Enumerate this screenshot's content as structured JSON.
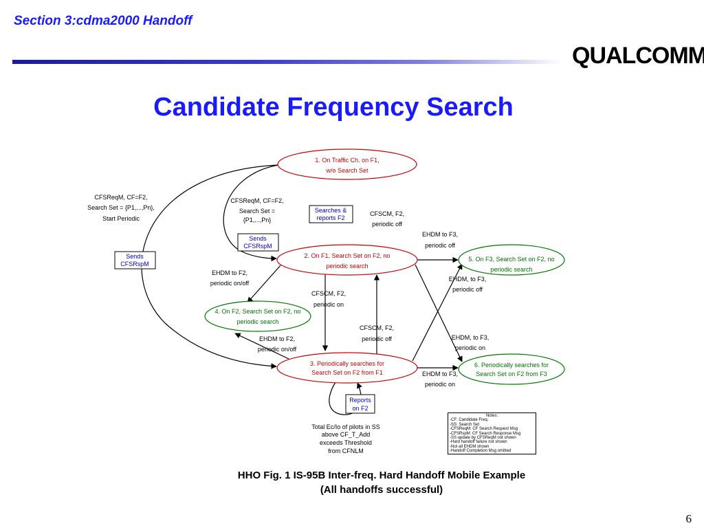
{
  "header": {
    "section_title": "Section 3:cdma2000 Handoff",
    "logo_text": "QUALCOMM",
    "title": "Candidate Frequency Search"
  },
  "states": [
    {
      "line1": "1. On Traffic Ch. on F1,",
      "line2": "w/o Search Set",
      "color": "#cc0000"
    },
    {
      "line1": "2. On F1, Search Set on F2, no",
      "line2": "periodic search",
      "color": "#cc0000"
    },
    {
      "line1": "3. Periodically searches for",
      "line2": "Search Set on F2 from F1",
      "color": "#cc0000"
    },
    {
      "line1": "4. On F2, Search Set on F2, no",
      "line2": "periodic search",
      "color": "#007700"
    },
    {
      "line1": "5. On F3, Search Set on F2, no",
      "line2": "periodic search",
      "color": "#007700"
    },
    {
      "line1": "6.  Periodically searches for",
      "line2": "Search Set on F2 from F3",
      "color": "#007700"
    }
  ],
  "boxes": [
    {
      "line1": "Searches &",
      "line2": "reports F2"
    },
    {
      "line1": "Sends",
      "line2": "CFSRspM"
    },
    {
      "line1": "Sends",
      "line2": "CFSRspM"
    },
    {
      "line1": "Reports",
      "line2": "on F2"
    }
  ],
  "labels": {
    "l_outer_1": "CFSReqM, CF=F2,",
    "l_outer_2": "Search Set = {P1,...,Pn},",
    "l_outer_3": "Start Periodic",
    "l_inner_1": "CFSReqM, CF=F2,",
    "l_inner_2": "Search Set =",
    "l_inner_3": "{P1,...,Pn}",
    "cfscm_top_1": "CFSCM, F2,",
    "cfscm_top_2": "periodic off",
    "ehdm_f3_off_1": "EHDM to F3,",
    "ehdm_f3_off_2": "periodic off",
    "ehdm_f2_onoff_1": "EHDM to F2,",
    "ehdm_f2_onoff_2": "periodic on/off",
    "cfscm_on_1": "CFSCM, F2,",
    "cfscm_on_2": "periodic on",
    "ehdm_comma_f3_off_1": "EHDM, to F3,",
    "ehdm_comma_f3_off_2": "periodic off",
    "cfscm_mid_1": "CFSCM, F2,",
    "cfscm_mid_2": "periodic off",
    "ehdm_f2_onoff_low_1": "EHDM to F2,",
    "ehdm_f2_onoff_low_2": "periodic on/off",
    "ehdm_comma_f3_on_1": "EHDM, to F3,",
    "ehdm_comma_f3_on_2": "periodic on",
    "ehdm_f3_on_1": "EHDM to F3,",
    "ehdm_f3_on_2": "periodic on",
    "total_1": "Total Ec/Io of pilots in SS",
    "total_2": "above CF_T_Add",
    "total_3": "exceeds Threshold",
    "total_4": "from CFNLM"
  },
  "notes": {
    "heading": "Notes:",
    "items": [
      "-CF: Candidate Freq.",
      "-SS: Search Set",
      "-CFSReqM: CF Search Request Msg",
      "-CFSRspM: CF Search Response Msg",
      "-SS update by CFSReqM not shown",
      "-Hard handoff failure not shown",
      "-Not all EHDM shown",
      "-Handoff Completion Msg omitted"
    ]
  },
  "caption": {
    "line1": "HHO Fig. 1 IS-95B Inter-freq. Hard Handoff Mobile Example",
    "line2": "(All handoffs successful)"
  },
  "page_number": "6",
  "colors": {
    "accent": "#1a1aff",
    "state_red": "#cc0000",
    "state_green": "#007700",
    "box_blue": "#0000cc"
  }
}
